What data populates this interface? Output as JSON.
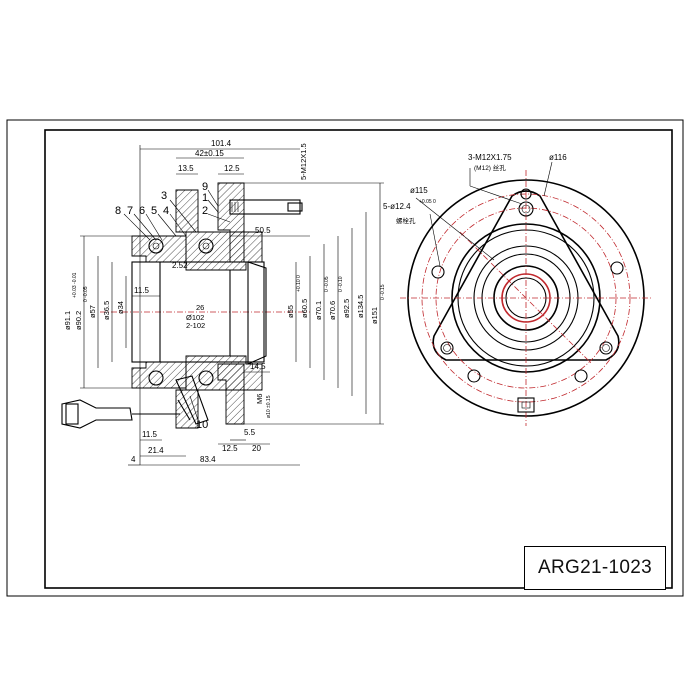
{
  "part_number": "ARG21-1023",
  "colors": {
    "line": "#000000",
    "centerline": "#c0282d",
    "background": "#ffffff"
  },
  "side_view": {
    "callouts": [
      "8",
      "7",
      "6",
      "5",
      "4",
      "3",
      "9",
      "1",
      "2",
      "10"
    ],
    "dims": {
      "overall_length": "101.4",
      "flange_offset": "42±0.15",
      "d_13_5": "13.5",
      "d_12_5_top": "12.5",
      "thread": "5-M12X1.5",
      "d_50_5": "50.5",
      "chamfer": "2.52",
      "d_11_5_inner": "11.5",
      "d_14_5": "14.5",
      "d_11_5_bottom": "11.5",
      "d_21_4": "21.4",
      "d_12_5_bottom": "12.5",
      "d_20": "20",
      "d_5_5": "5.5",
      "d_83_4": "83.4",
      "d_4": "4",
      "bore_spline": "Ø102",
      "bore_spline2": "2-102",
      "bore_note": "26",
      "dia_91": "ø91.1",
      "dia_91_tol": "+0.03 -0.01",
      "dia_90": "ø90.2",
      "dia_90_tol": "0 -0.05",
      "dia_57": "ø57",
      "dia_36": "ø36.5",
      "dia_34": "ø34",
      "dia_55": "ø55",
      "dia_55_tol": "+0.10 0",
      "dia_60": "ø60.5",
      "dia_70a": "ø70.1",
      "dia_70a_tol": "0 -0.05",
      "dia_70b": "ø70.6",
      "dia_70b_tol": "0 -0.10",
      "dia_92": "ø92.5",
      "dia_134": "ø134.5",
      "dia_151": "ø151",
      "dia_151_tol": "0 -0.15",
      "m6": "M6",
      "m6_tol": "ø10 ±0.15"
    }
  },
  "front_view": {
    "thread": "3-M12X1.75",
    "thread_note": "(M12) 丝孔",
    "dia_116": "ø116",
    "dia_115": "ø115",
    "holes": "5-ø12.4",
    "holes_tol": "+0.05 0",
    "holes_note": "螺栓孔"
  }
}
